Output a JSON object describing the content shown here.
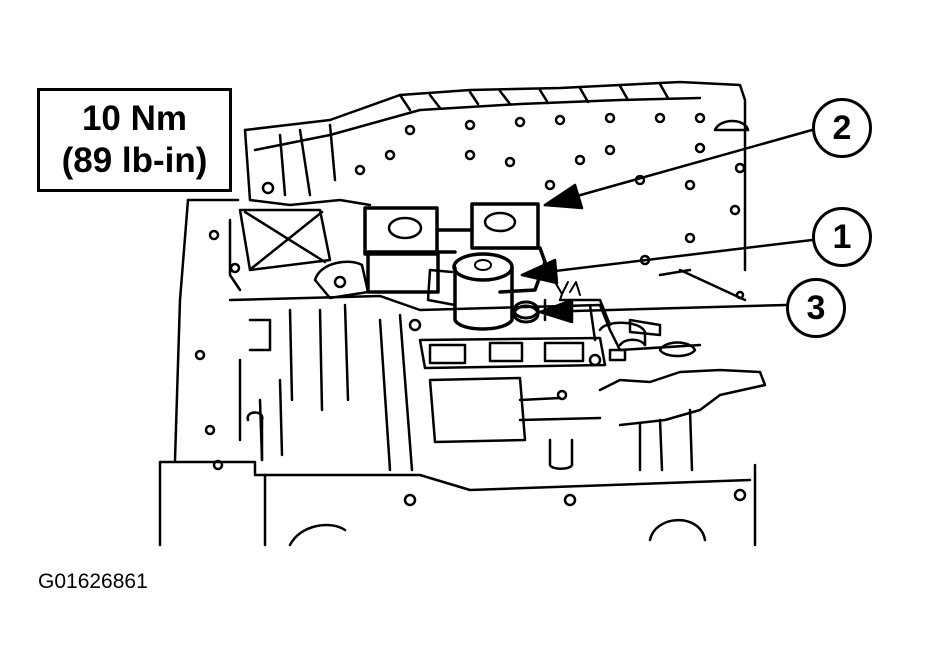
{
  "torque_spec": {
    "metric": "10 Nm",
    "imperial": "(89 lb-in)"
  },
  "callouts": {
    "one": "1",
    "two": "2",
    "three": "3"
  },
  "figure_id": "G01626861",
  "colors": {
    "line": "#000000",
    "background": "#ffffff"
  }
}
